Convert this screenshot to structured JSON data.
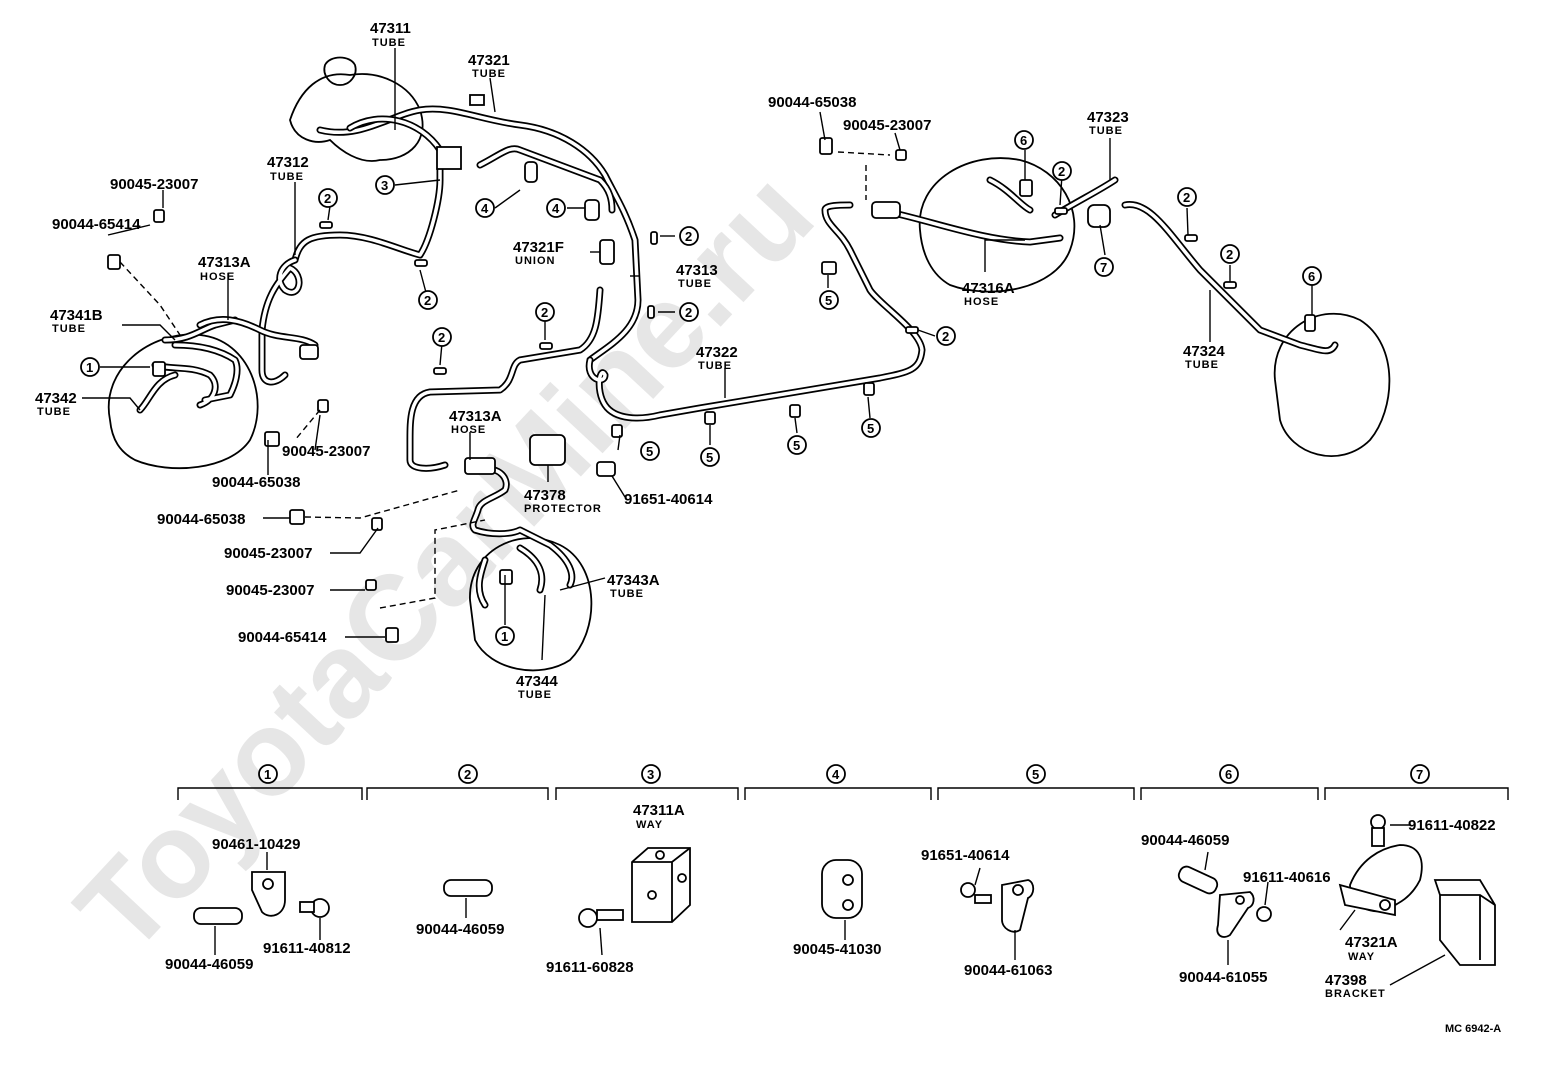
{
  "watermark": "ToyotaCarMine.ru",
  "drawing_ref": "MC 6942-A",
  "callouts": [
    {
      "id": "c47311",
      "pn": "47311",
      "name": "TUBE"
    },
    {
      "id": "c47321",
      "pn": "47321",
      "name": "TUBE"
    },
    {
      "id": "c47312",
      "pn": "47312",
      "name": "TUBE"
    },
    {
      "id": "c47313A_top",
      "pn": "47313A",
      "name": "HOSE"
    },
    {
      "id": "c47341B",
      "pn": "47341B",
      "name": "TUBE"
    },
    {
      "id": "c47342",
      "pn": "47342",
      "name": "TUBE"
    },
    {
      "id": "c47321F",
      "pn": "47321F",
      "name": "UNION"
    },
    {
      "id": "c47313",
      "pn": "47313",
      "name": "TUBE"
    },
    {
      "id": "c47313A_mid",
      "pn": "47313A",
      "name": "HOSE"
    },
    {
      "id": "c47378",
      "pn": "47378",
      "name": "PROTECTOR"
    },
    {
      "id": "c47322",
      "pn": "47322",
      "name": "TUBE"
    },
    {
      "id": "c47343A",
      "pn": "47343A",
      "name": "TUBE"
    },
    {
      "id": "c47344",
      "pn": "47344",
      "name": "TUBE"
    },
    {
      "id": "c47316A",
      "pn": "47316A",
      "name": "HOSE"
    },
    {
      "id": "c47323",
      "pn": "47323",
      "name": "TUBE"
    },
    {
      "id": "c47324",
      "pn": "47324",
      "name": "TUBE"
    }
  ],
  "part_numbers": {
    "p90045_23007_a": "90045-23007",
    "p90044_65414_a": "90044-65414",
    "p90045_23007_b": "90045-23007",
    "p90044_65038_a": "90044-65038",
    "p90044_65038_b": "90044-65038",
    "p90045_23007_c": "90045-23007",
    "p90045_23007_d": "90045-23007",
    "p90044_65414_b": "90044-65414",
    "p91651_40614_a": "91651-40614",
    "p90044_65038_c": "90044-65038",
    "p90045_23007_e": "90045-23007"
  },
  "circled": {
    "one": "1",
    "two": "2",
    "three": "3",
    "four": "4",
    "five": "5",
    "six": "6",
    "seven": "7"
  },
  "legend": {
    "groups": [
      "1",
      "2",
      "3",
      "4",
      "5",
      "6",
      "7"
    ],
    "g1_a": "90461-10429",
    "g1_b": "91611-40812",
    "g1_c": "90044-46059",
    "g2_a": "90044-46059",
    "g3_pn": "47311A",
    "g3_name": "WAY",
    "g3_b": "91611-60828",
    "g4_a": "90045-41030",
    "g5_a": "91651-40614",
    "g5_b": "90044-61063",
    "g6_a": "90044-46059",
    "g6_b": "91611-40616",
    "g6_c": "90044-61055",
    "g7_a": "91611-40822",
    "g7_pn": "47321A",
    "g7_name": "WAY",
    "g7_pn2": "47398",
    "g7_name2": "BRACKET"
  }
}
